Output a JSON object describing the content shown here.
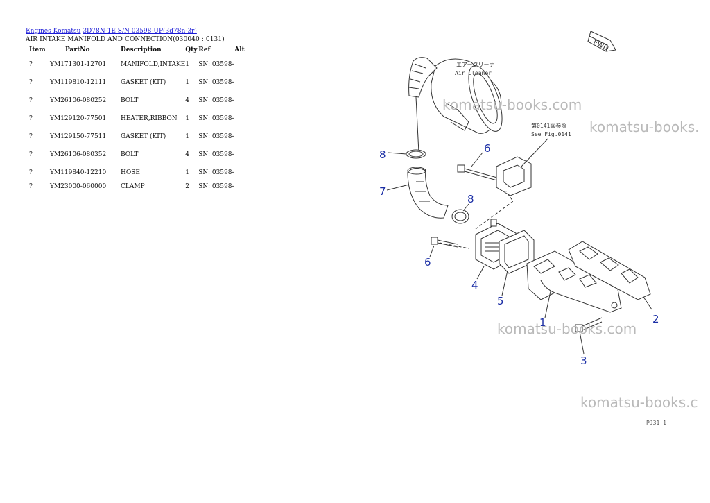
{
  "breadcrumb": {
    "link1": "Engines Komatsu",
    "link2": "3D78N-1E S/N 03598-UP(3d78n-3r)"
  },
  "subtitle": "AIR INTAKE MANIFOLD AND CONNECTION(030040 : 0131)",
  "table": {
    "headers": {
      "item": "Item",
      "part": "PartNo",
      "desc": "Description",
      "qty": "Qty",
      "ref": "Ref",
      "alt": "Alt"
    },
    "rows": [
      {
        "item": "?",
        "part": "YM171301-12701",
        "desc": "MANIFOLD,INTAKE",
        "qty": "1",
        "ref": "SN: 03598-"
      },
      {
        "item": "?",
        "part": "YM119810-12111",
        "desc": "GASKET (KIT)",
        "qty": "1",
        "ref": "SN: 03598-"
      },
      {
        "item": "?",
        "part": "YM26106-080252",
        "desc": "BOLT",
        "qty": "4",
        "ref": "SN: 03598-"
      },
      {
        "item": "?",
        "part": "YM129120-77501",
        "desc": "HEATER,RIBBON",
        "qty": "1",
        "ref": "SN: 03598-"
      },
      {
        "item": "?",
        "part": "YM129150-77511",
        "desc": "GASKET (KIT)",
        "qty": "1",
        "ref": "SN: 03598-"
      },
      {
        "item": "?",
        "part": "YM26106-080352",
        "desc": "BOLT",
        "qty": "4",
        "ref": "SN: 03598-"
      },
      {
        "item": "?",
        "part": "YM119840-12210",
        "desc": "HOSE",
        "qty": "1",
        "ref": "SN: 03598-"
      },
      {
        "item": "?",
        "part": "YM23000-060000",
        "desc": "CLAMP",
        "qty": "2",
        "ref": "SN: 03598-"
      }
    ]
  },
  "diagram": {
    "callouts": [
      "8",
      "6",
      "7",
      "8",
      "6",
      "4",
      "5",
      "1",
      "2",
      "3"
    ],
    "air_cleaner_jp": "エアークリーナ",
    "air_cleaner_en": "Air Cleaner",
    "ref_jp": "第0141図参照",
    "ref_en": "See Fig.0141",
    "fwd": "FWD",
    "page_code": "PJ31 1",
    "watermark": "komatsu-books.com",
    "watermark_right": "komatsu-books.",
    "watermark_bottom": "komatsu-books.c"
  }
}
